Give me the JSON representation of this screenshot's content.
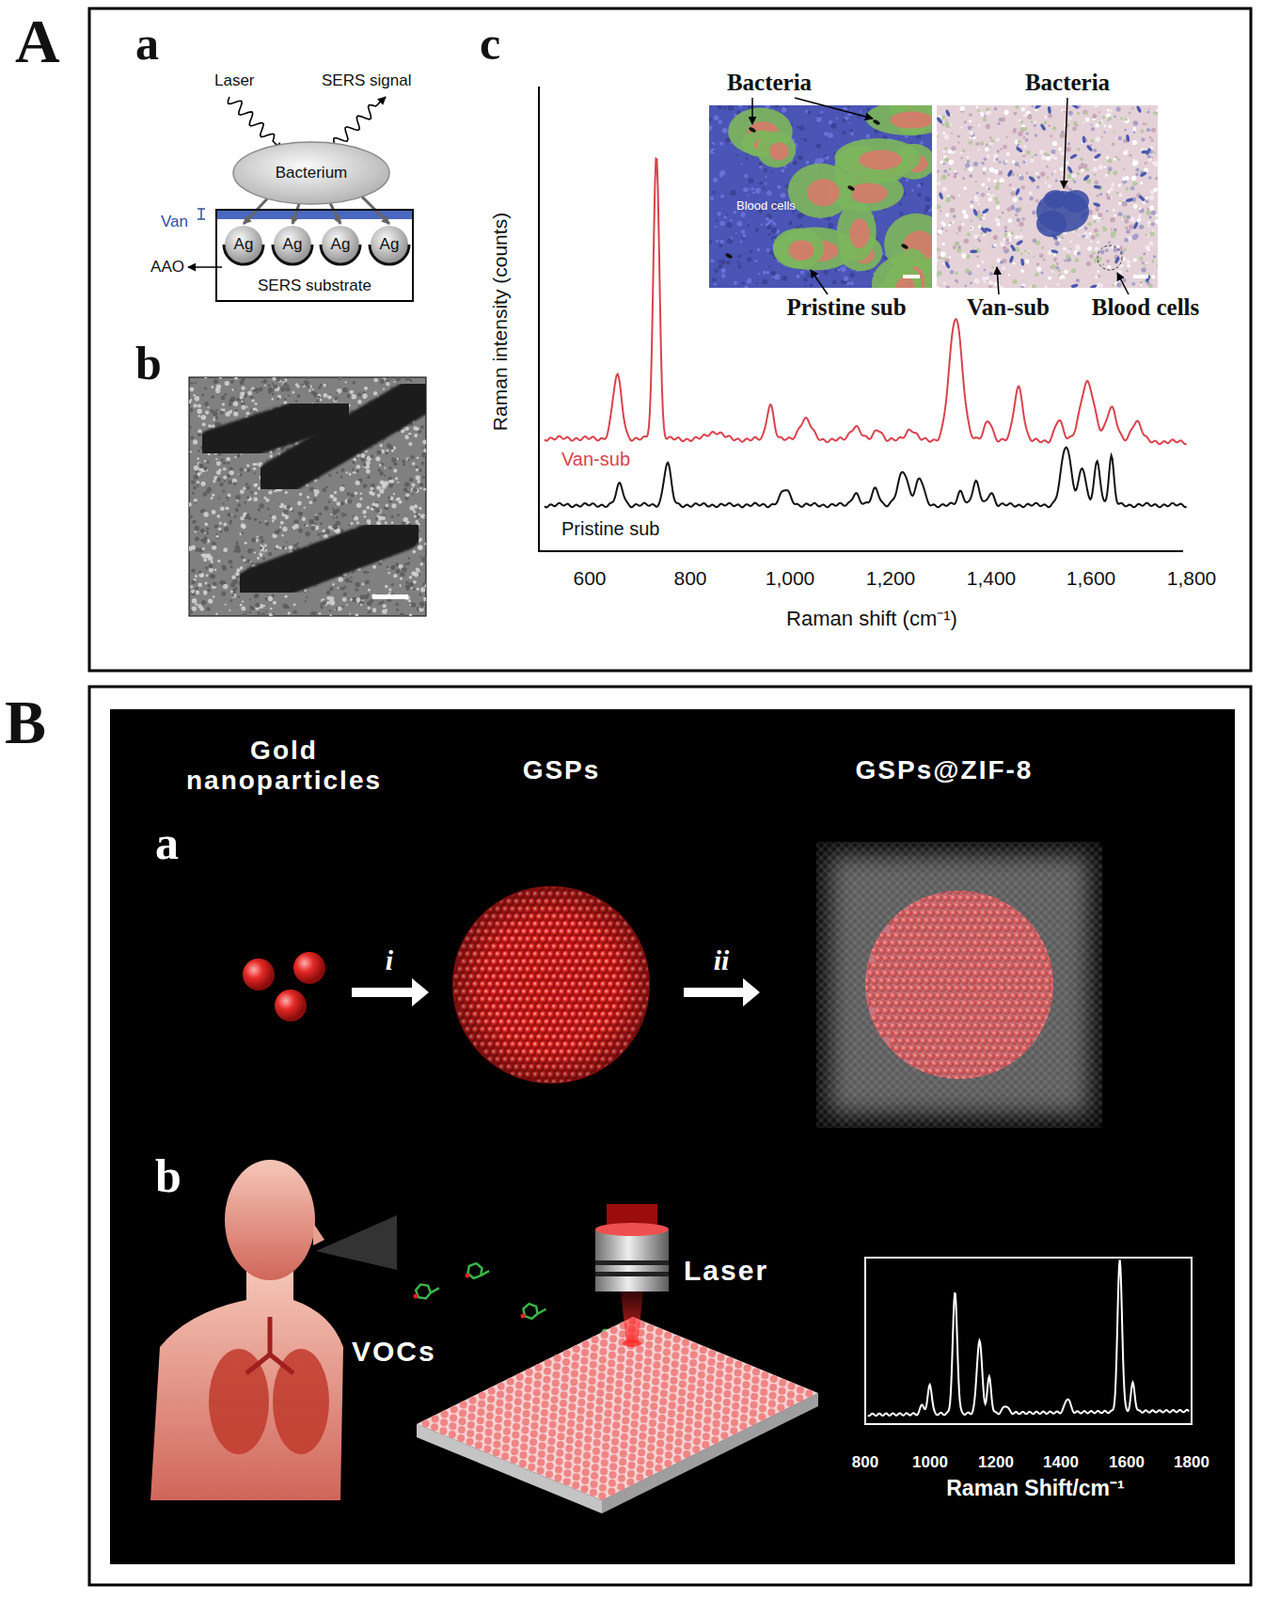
{
  "diagram": {
    "nodes": [
      {
        "text": [
          "Bacterium"
        ]
      },
      {
        "text": [
          "SERS substrate"
        ]
      },
      {
        "text": [
          "Ag"
        ],
        "in": 1
      },
      {
        "text": [
          "Ag"
        ],
        "in": 1
      },
      {
        "text": [
          "Ag"
        ],
        "in": 1
      },
      {
        "text": [
          "Ag"
        ],
        "in": 1
      }
    ],
    "edges": [
      {
        "from": 0,
        "to": 2,
        "arrow": "to"
      },
      {
        "from": 0,
        "to": 3,
        "arrow": "to"
      },
      {
        "from": 0,
        "to": 4,
        "arrow": "to"
      },
      {
        "from": 0,
        "to": 5,
        "arrow": "to"
      }
    ],
    "labels": [
      "A",
      "a",
      "Laser",
      "SERS signal",
      "Van",
      "AAO",
      "b",
      "c",
      "Raman intensity (counts)",
      "Bacteria",
      "Bacteria",
      "Blood cells",
      "Pristine sub",
      "Van-sub",
      "Blood cells",
      "Van-sub",
      "Pristine sub",
      "600",
      "800",
      "1,000",
      "1,200",
      "1,400",
      "1,600",
      "1,800",
      "Raman shift (cm⁻¹)",
      "B",
      "Gold nanoparticles",
      "GSPs",
      "GSPs@ZIF-8",
      "a",
      "i",
      "ii",
      "b",
      "VOCs",
      "Laser",
      "800",
      "1000",
      "1200",
      "1400",
      "1600",
      "1800",
      "Raman Shift/cm⁻¹"
    ]
  }
}
